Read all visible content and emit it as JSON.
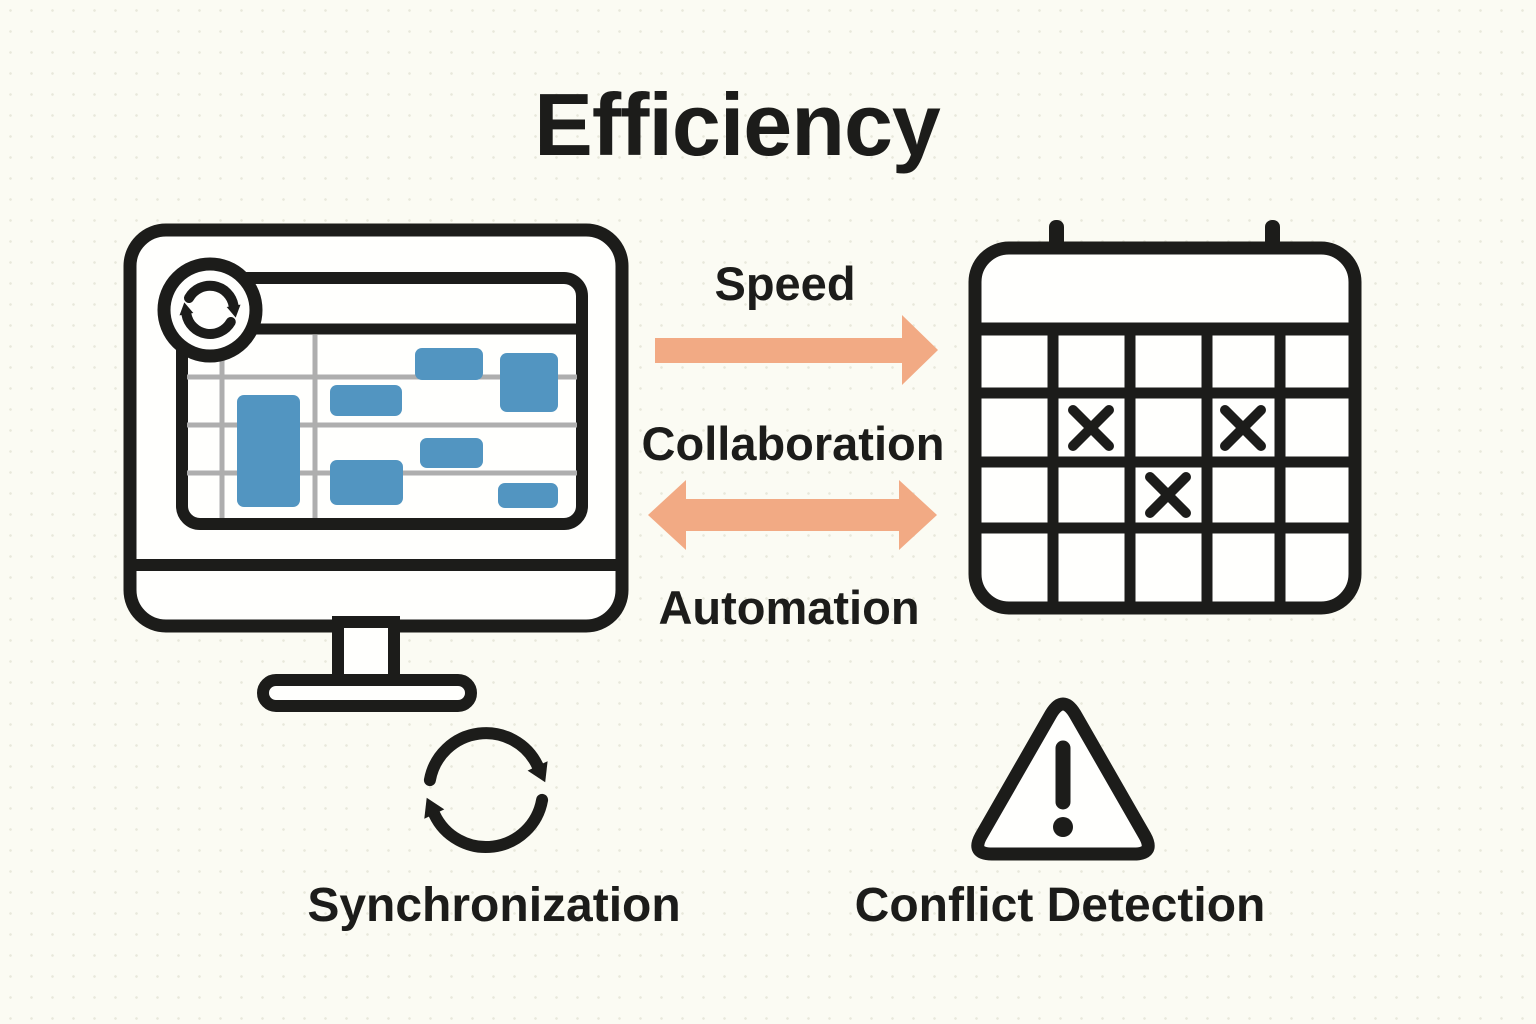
{
  "title": "Efficiency",
  "colors": {
    "bg": "#FBFBF3",
    "ink": "#1C1C1A",
    "accent": "#F2AA84",
    "blue": "#5295C1",
    "gray": "#AEAEAE",
    "paper": "#FFFFFD",
    "dot": "#E8E8DB"
  },
  "flow_labels": {
    "speed": "Speed",
    "collaboration": "Collaboration",
    "automation": "Automation"
  },
  "feature_labels": {
    "synchronization": "Synchronization",
    "conflict_detection": "Conflict Detection"
  },
  "icons": {
    "monitor": "monitor-with-gantt-schedule-icon",
    "sync_badge": "refresh-sync-badge-icon",
    "calendar": "calendar-grid-with-x-marks-icon",
    "arrow_speed": "right-arrow-icon",
    "arrow_bidirectional": "double-headed-arrow-icon",
    "sync": "circular-sync-arrows-icon",
    "warning": "warning-triangle-exclamation-icon"
  }
}
